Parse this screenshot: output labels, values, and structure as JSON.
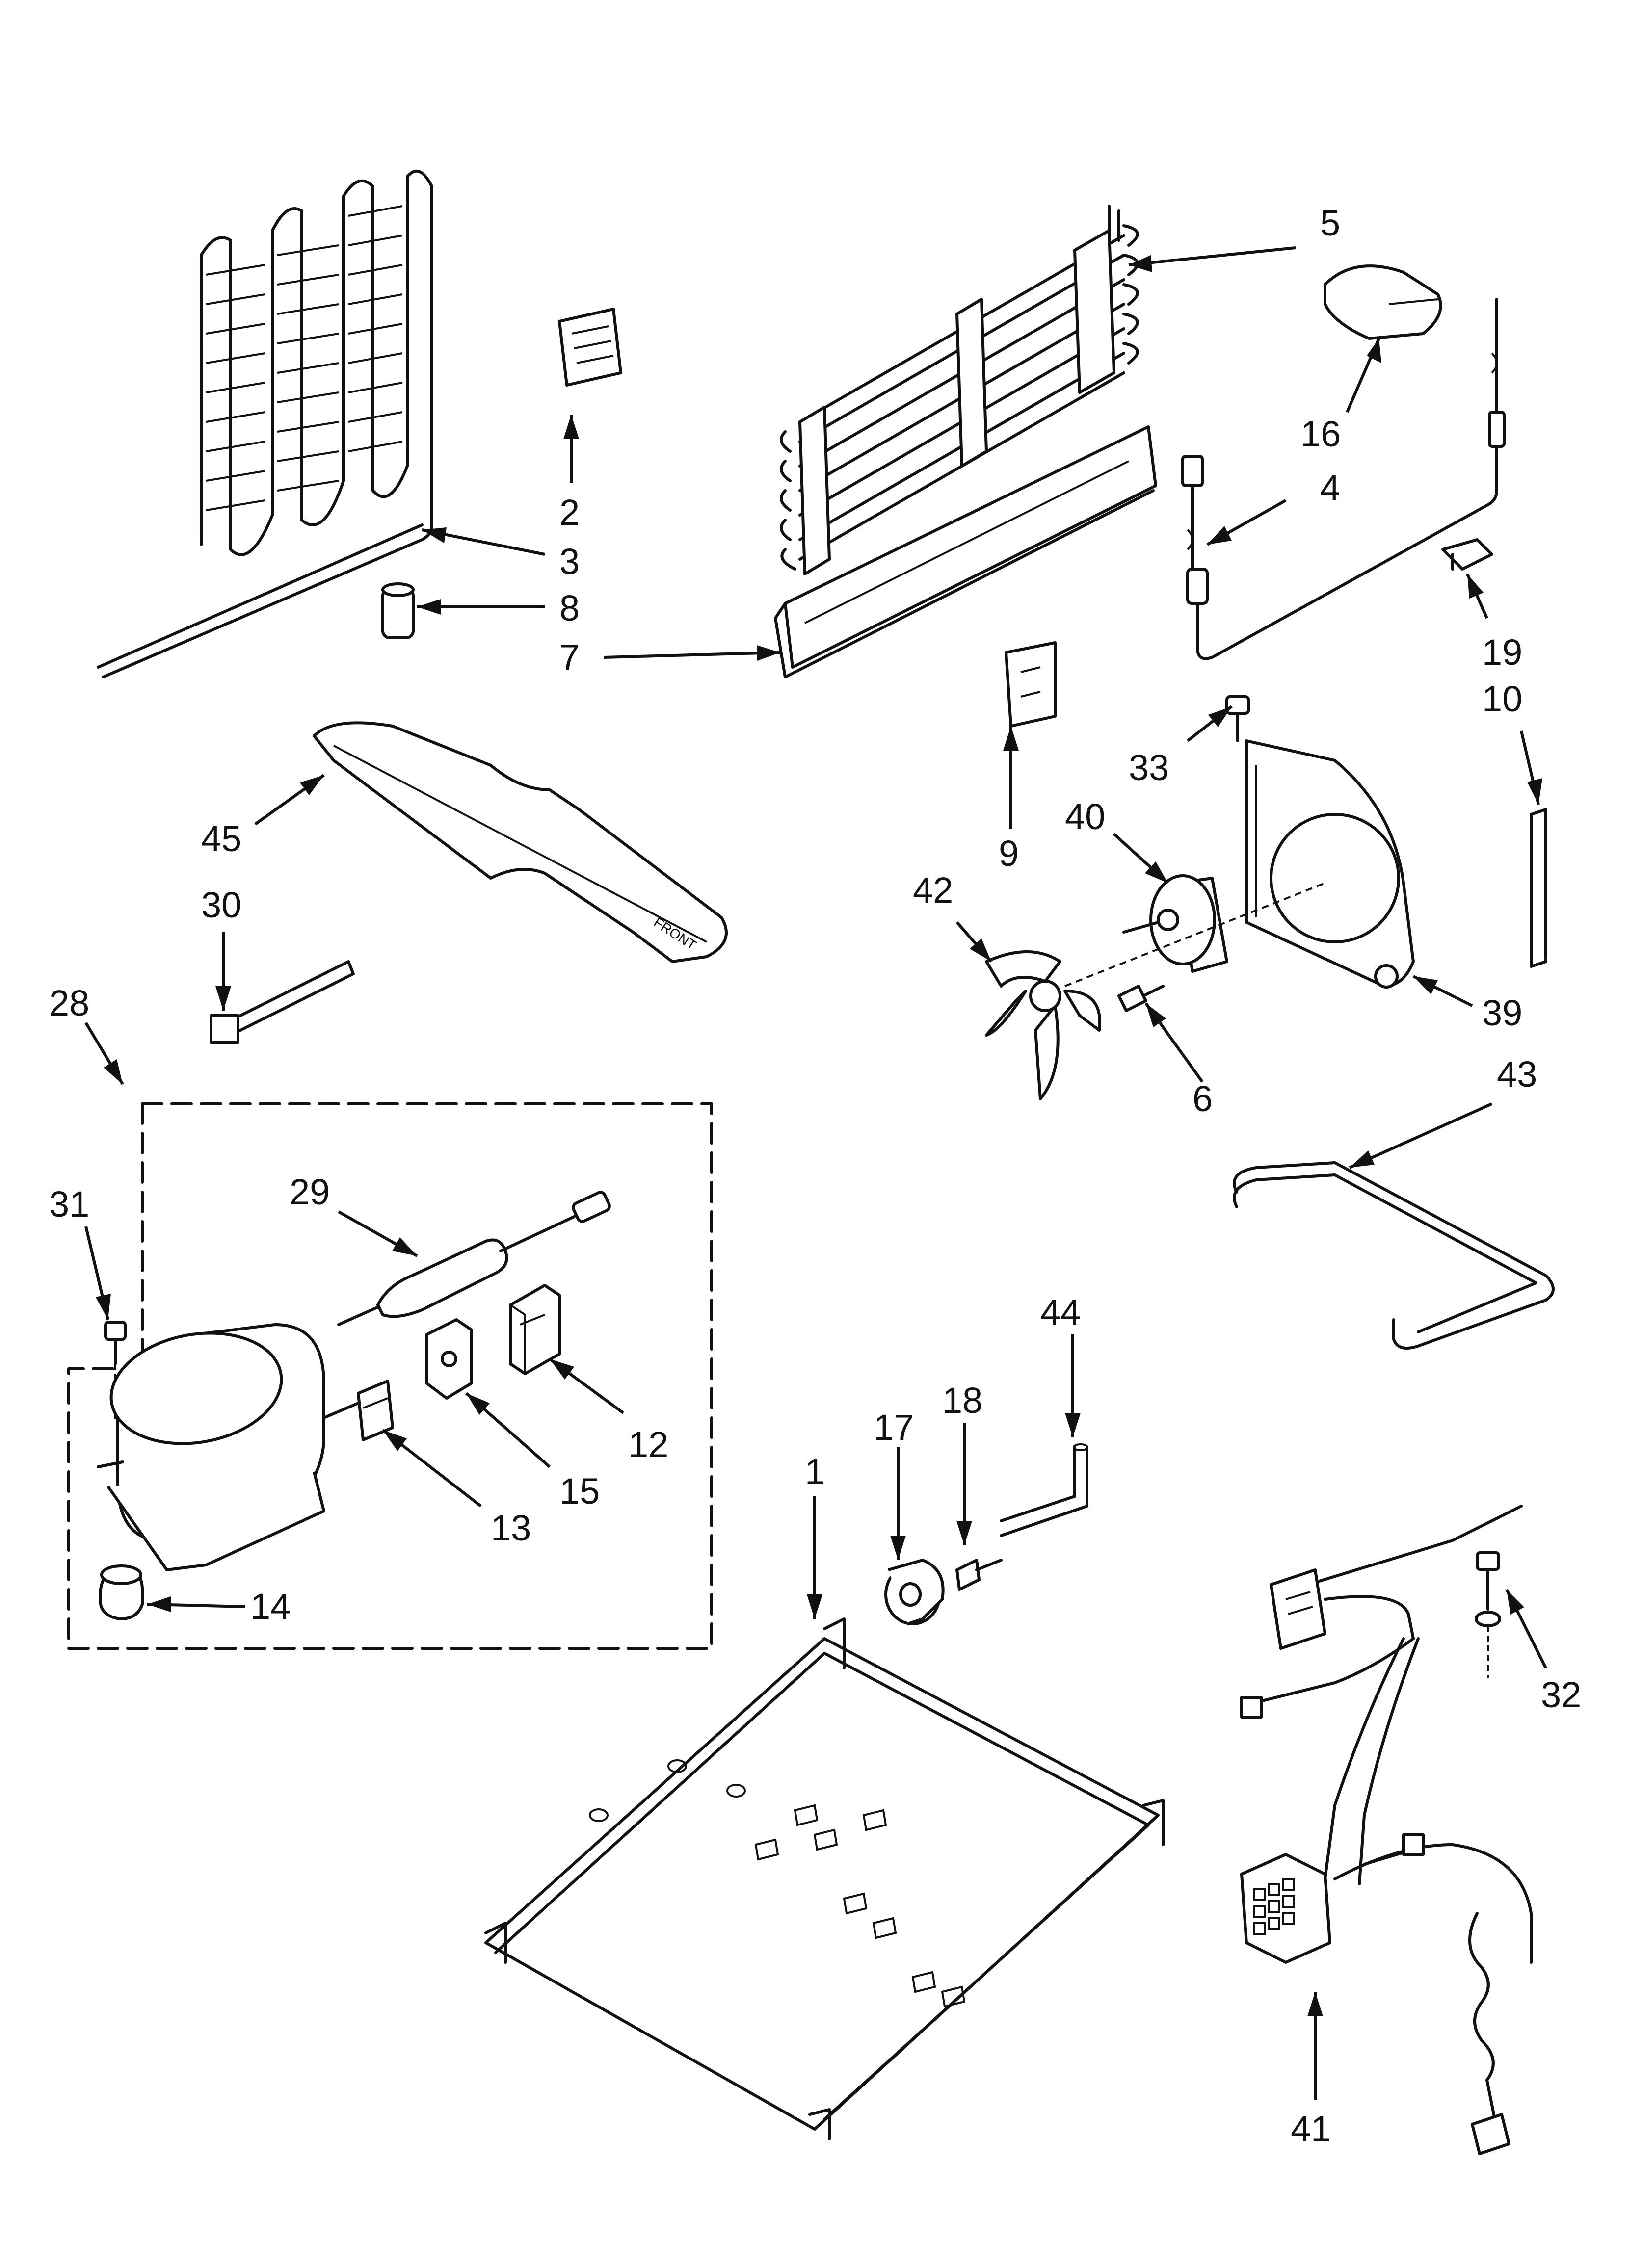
{
  "callouts": [
    {
      "id": "c5",
      "text": "5"
    },
    {
      "id": "c16",
      "text": "16"
    },
    {
      "id": "c2",
      "text": "2"
    },
    {
      "id": "c4",
      "text": "4"
    },
    {
      "id": "c3",
      "text": "3"
    },
    {
      "id": "c8",
      "text": "8"
    },
    {
      "id": "c7",
      "text": "7"
    },
    {
      "id": "c19",
      "text": "19"
    },
    {
      "id": "c10",
      "text": "10"
    },
    {
      "id": "c33",
      "text": "33"
    },
    {
      "id": "c9",
      "text": "9"
    },
    {
      "id": "c40",
      "text": "40"
    },
    {
      "id": "c45",
      "text": "45"
    },
    {
      "id": "c30",
      "text": "30"
    },
    {
      "id": "c42",
      "text": "42"
    },
    {
      "id": "c39",
      "text": "39"
    },
    {
      "id": "c28",
      "text": "28"
    },
    {
      "id": "c6",
      "text": "6"
    },
    {
      "id": "c43",
      "text": "43"
    },
    {
      "id": "c31",
      "text": "31"
    },
    {
      "id": "c29",
      "text": "29"
    },
    {
      "id": "c12",
      "text": "12"
    },
    {
      "id": "c15",
      "text": "15"
    },
    {
      "id": "c13",
      "text": "13"
    },
    {
      "id": "c14",
      "text": "14"
    },
    {
      "id": "c44",
      "text": "44"
    },
    {
      "id": "c18",
      "text": "18"
    },
    {
      "id": "c17",
      "text": "17"
    },
    {
      "id": "c1",
      "text": "1"
    },
    {
      "id": "c32",
      "text": "32"
    },
    {
      "id": "c41",
      "text": "41"
    }
  ],
  "tray_text": "FRONT"
}
